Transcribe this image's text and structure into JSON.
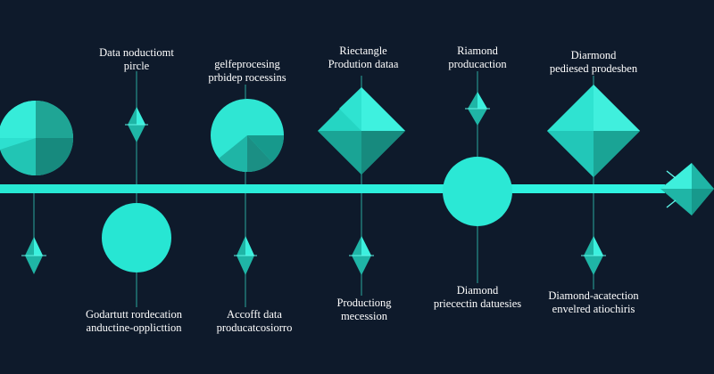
{
  "diagram": {
    "colors": {
      "background": "#0e1a2b",
      "line": "#29f0dc",
      "accent": "#3ee6d6",
      "dark": "#149b8e",
      "mid": "#22c7b8"
    },
    "labels_top": [
      {
        "line1": "Data noductiomt",
        "line2": "pircle"
      },
      {
        "line1": "gelfeprocesing",
        "line2": "prbidep rocessins"
      },
      {
        "line1": "Riectangle",
        "line2": "Prodution dataa"
      },
      {
        "line1": "Riamond",
        "line2": "producaction"
      },
      {
        "line1": "Diarmond",
        "line2": "pediesed prodesben"
      }
    ],
    "labels_bottom": [
      {
        "line1": "Godartutt rordecation",
        "line2": "anductine-opplicttion"
      },
      {
        "line1": "Accofft data",
        "line2": "producatcosiorro"
      },
      {
        "line1": "Productiong",
        "line2": "mecession"
      },
      {
        "line1": "Diamond",
        "line2": "priecectin datuesies"
      },
      {
        "line1": "Diamond-acatection",
        "line2": "envelred atiochiris"
      }
    ]
  }
}
